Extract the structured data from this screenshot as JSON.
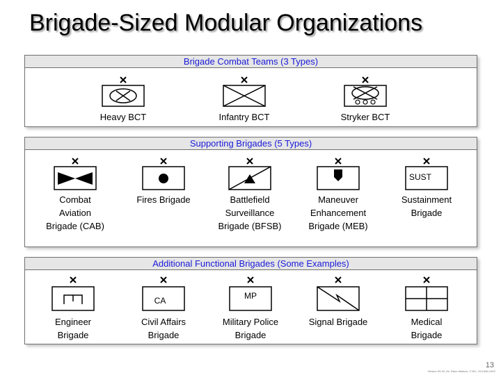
{
  "title": "Brigade-Sized Modular Organizations",
  "panels": {
    "bct": {
      "header": "Brigade Combat Teams (3 Types)",
      "units": [
        {
          "label": "Heavy BCT",
          "icon": "heavy-bct-symbol-icon"
        },
        {
          "label": "Infantry BCT",
          "icon": "infantry-bct-symbol-icon"
        },
        {
          "label": "Stryker BCT",
          "icon": "stryker-bct-symbol-icon"
        }
      ]
    },
    "support": {
      "header": "Supporting Brigades (5 Types)",
      "units": [
        {
          "label": "Combat\nAviation\nBrigade (CAB)",
          "icon": "aviation-symbol-icon"
        },
        {
          "label": "Fires Brigade",
          "icon": "fires-symbol-icon"
        },
        {
          "label": "Battlefield\nSurveillance\nBrigade (BFSB)",
          "icon": "surveillance-symbol-icon"
        },
        {
          "label": "Maneuver\nEnhancement\nBrigade (MEB)",
          "icon": "maneuver-enhancement-symbol-icon"
        },
        {
          "label": "Sustainment\nBrigade",
          "icon": "sustainment-symbol-icon",
          "symbol_text": "SUST"
        }
      ]
    },
    "functional": {
      "header": "Additional Functional Brigades (Some Examples)",
      "units": [
        {
          "label": "Engineer\nBrigade",
          "icon": "engineer-symbol-icon"
        },
        {
          "label": "Civil Affairs\nBrigade",
          "icon": "civil-affairs-symbol-icon",
          "symbol_text": "CA"
        },
        {
          "label": "Military Police\nBrigade",
          "icon": "military-police-symbol-icon",
          "symbol_text": "MP"
        },
        {
          "label": "Signal Brigade",
          "icon": "signal-symbol-icon"
        },
        {
          "label": "Medical\nBrigade",
          "icon": "medical-symbol-icon"
        }
      ]
    }
  },
  "footer": {
    "page_number": "13",
    "version": "Version 09-02, Mr. Raun Watson, CTAC, 913-684-2402"
  },
  "colors": {
    "header_text": "#1a1ad8",
    "header_bg": "#e6e6e6"
  }
}
